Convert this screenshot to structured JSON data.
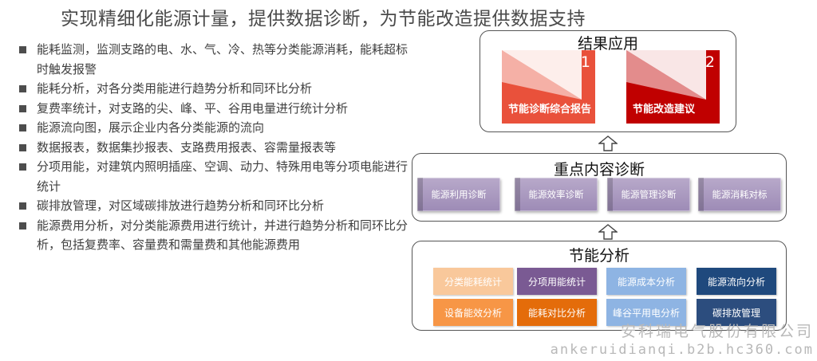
{
  "page_title": "实现精细化能源计量，提供数据诊断，为节能改造提供数据支持",
  "bullets": [
    "能耗监测，监测支路的电、水、气、冷、热等分类能源消耗，能耗超标时触发报警",
    "能耗分析，对各分类用能进行趋势分析和同环比分析",
    "复费率统计，对支路的尖、峰、平、谷用电量进行统计分析",
    "能源流向图，展示企业内各分类能源的流向",
    "数据报表，数据集抄报表、支路费用报表、容需量报表等",
    "分项用能，对建筑内照明插座、空调、动力、特殊用电等分项电能进行统计",
    "碳排放管理，对区域碳排放进行趋势分析和同环比分析",
    "能源费用分析，对分类能源费用进行统计，并进行趋势分析和同环比分析，包括复费率、容量费和需量费和其他能源费用"
  ],
  "results": {
    "title": "结果应用",
    "cards": [
      {
        "num": "1",
        "label": "节能诊断综合报告",
        "color": "#e9513b"
      },
      {
        "num": "2",
        "label": "节能改造建议",
        "color": "#c00000"
      }
    ]
  },
  "key_diagnosis": {
    "title": "重点内容诊断",
    "items": [
      "能源利用诊断",
      "能源效率诊断",
      "能源管理诊断",
      "能源消耗对标"
    ]
  },
  "energy_analysis": {
    "title": "节能分析",
    "tiles": [
      {
        "label": "分类能耗统计",
        "color": "#f9c89b"
      },
      {
        "label": "分项用能统计",
        "color": "#7a5a93"
      },
      {
        "label": "能源成本分析",
        "color": "#8eb4e3"
      },
      {
        "label": "能源流向分析",
        "color": "#1f497d"
      },
      {
        "label": "设备能效分析",
        "color": "#f79646"
      },
      {
        "label": "能耗对比分析",
        "color": "#e46c0a"
      },
      {
        "label": "峰谷平用电分析",
        "color": "#8eb4e3"
      },
      {
        "label": "碳排放管理",
        "color": "#2c4d7e"
      }
    ]
  },
  "watermark": {
    "line1": "安科瑞电气股份有限公司",
    "line2": "ankeruidianqi.b2b.hc360.com"
  }
}
